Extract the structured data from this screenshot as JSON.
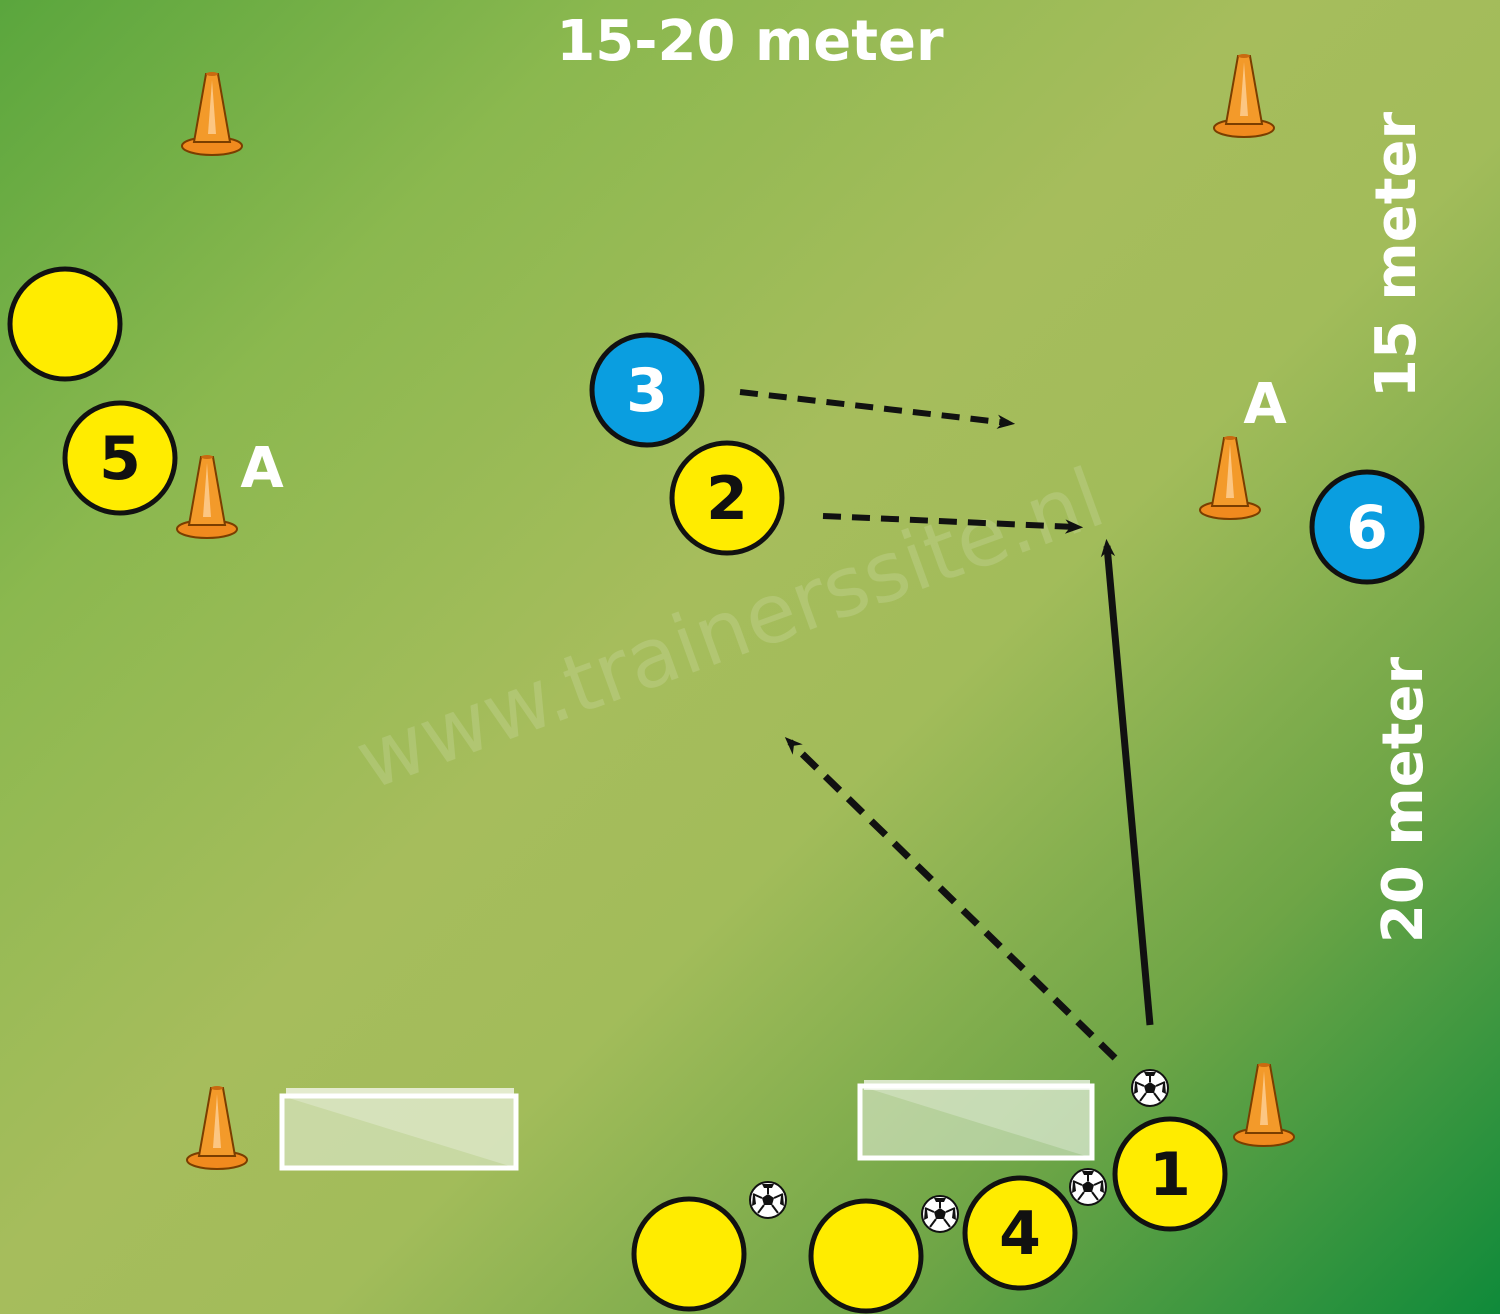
{
  "labels": {
    "top_distance": "15-20 meter",
    "right_distance_upper": "15 meter",
    "right_distance_lower": "20 meter",
    "zone_left": "A",
    "zone_right": "A",
    "watermark": "www.trainerssite.nl"
  },
  "players": [
    {
      "id": "3",
      "team": "blue"
    },
    {
      "id": "2",
      "team": "yellow"
    },
    {
      "id": "5",
      "team": "yellow"
    },
    {
      "id": "6",
      "team": "blue"
    },
    {
      "id": "1",
      "team": "yellow"
    },
    {
      "id": "4",
      "team": "yellow"
    }
  ],
  "colors": {
    "yellow": "#ffec00",
    "blue": "#0a9ee0",
    "cone": "#f08a1e",
    "line": "#111111",
    "text": "#ffffff"
  }
}
